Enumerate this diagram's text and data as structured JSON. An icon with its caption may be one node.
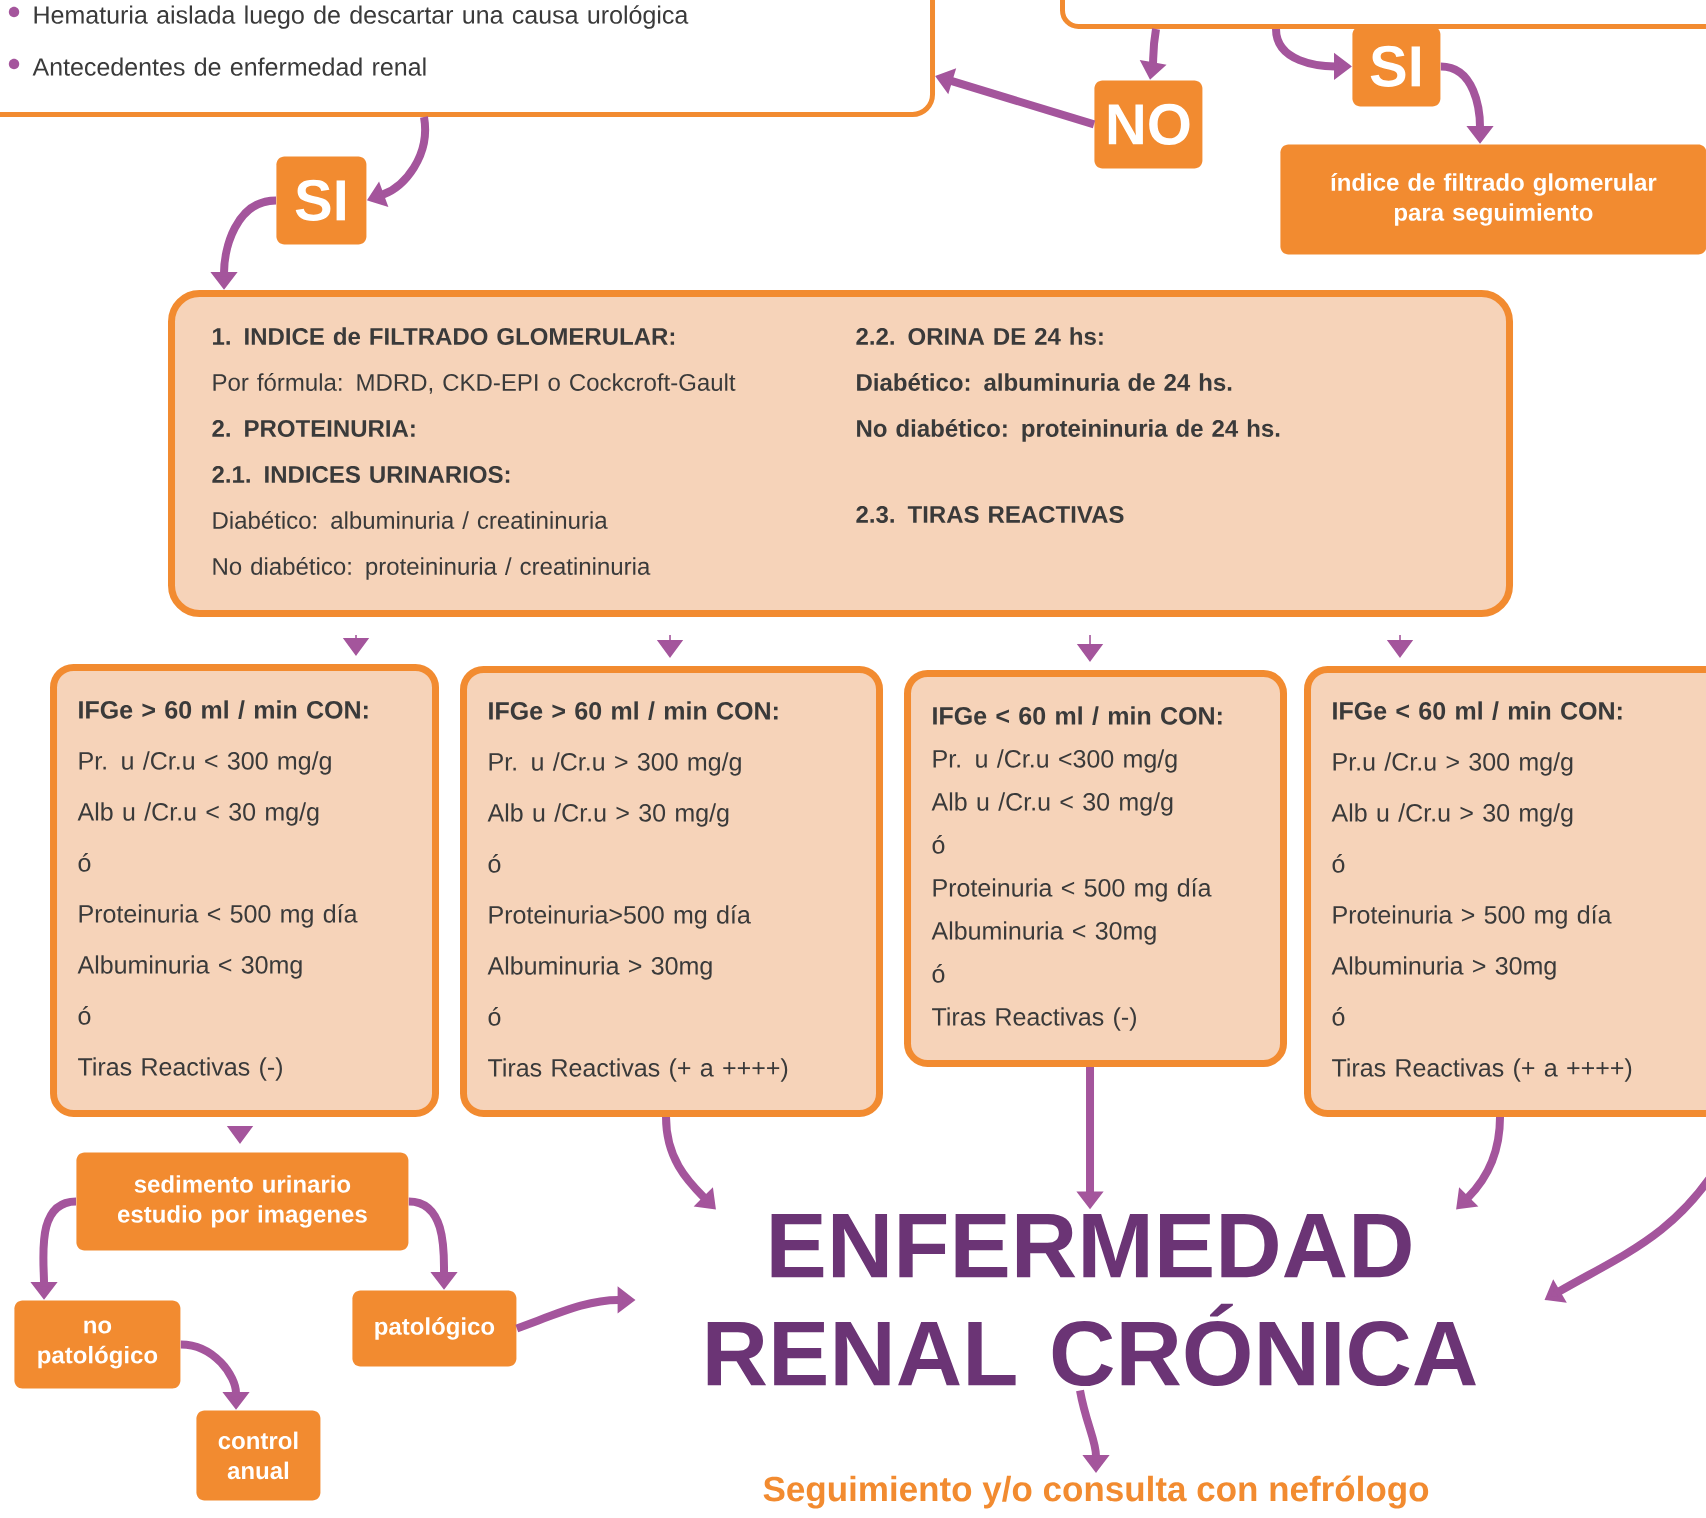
{
  "diagram": {
    "nodes": [
      {
        "text": [
          "Hematuria aislada luego de descartar una causa urológica",
          "Antecedentes de enfermedad renal"
        ]
      },
      {
        "text": [],
        "shape": "box"
      },
      {
        "text": [
          "NO"
        ]
      },
      {
        "text": [
          "SI"
        ]
      },
      {
        "text": [
          "índice de filtrado glomerular para seguimiento"
        ]
      },
      {
        "text": [
          "SI"
        ]
      },
      {
        "text": [
          "1. INDICE de FILTRADO GLOMERULAR:",
          "Por fórmula: MDRD, CKD-EPI o Cockcroft-Gault",
          "2. PROTEINURIA:",
          "2.1. INDICES URINARIOS:",
          "Diabético: albuminuria / creatininuria",
          "No diabético: proteininuria / creatininuria",
          "2.2. ORINA DE 24 hs:",
          "Diabético: albuminuria de 24 hs.",
          "No diabético: proteininuria de 24 hs.",
          "2.3. TIRAS REACTIVAS"
        ]
      },
      {
        "text": [
          "IFGe > 60 ml / min CON:",
          "Pr. u /Cr.u < 300 mg/g",
          "Alb u /Cr.u < 30 mg/g",
          "ó",
          "Proteinuria < 500 mg día",
          "Albuminuria < 30mg",
          "ó",
          "Tiras Reactivas (-)"
        ]
      },
      {
        "text": [
          "IFGe > 60 ml / min CON:",
          "Pr. u /Cr.u > 300 mg/g",
          "Alb u /Cr.u > 30 mg/g",
          "ó",
          "Proteinuria>500 mg día",
          "Albuminuria > 30mg",
          "ó",
          "Tiras Reactivas (+ a ++++)"
        ]
      },
      {
        "text": [
          "IFGe < 60 ml / min CON:",
          "Pr. u /Cr.u <300 mg/g",
          "Alb u /Cr.u < 30 mg/g",
          "ó",
          "Proteinuria < 500 mg día",
          "Albuminuria < 30mg",
          "ó",
          "Tiras Reactivas (-)"
        ]
      },
      {
        "text": [
          "IFGe < 60 ml / min CON:",
          "Pr.u /Cr.u > 300 mg/g",
          "Alb u /Cr.u > 30 mg/g",
          "ó",
          "Proteinuria > 500 mg día",
          "Albuminuria > 30mg",
          "ó",
          "Tiras Reactivas (+ a ++++)"
        ]
      },
      {
        "text": [
          "sedimento urinario estudio por imagenes"
        ]
      },
      {
        "text": [
          "no patológico"
        ]
      },
      {
        "text": [
          "patológico"
        ]
      },
      {
        "text": [
          "control anual"
        ]
      },
      {
        "text": [
          "ENFERMEDAD RENAL CRÓNICA"
        ]
      },
      {
        "text": [
          "Seguimiento y/o consulta con nefrólogo"
        ]
      }
    ],
    "edges": [
      {
        "from": 1,
        "to": 2,
        "arrow": "to"
      },
      {
        "from": 1,
        "to": 3,
        "arrow": "to"
      },
      {
        "from": 3,
        "to": 4,
        "arrow": "to"
      },
      {
        "from": 2,
        "to": 0,
        "arrow": "to"
      },
      {
        "from": 0,
        "to": 5,
        "arrow": "to"
      },
      {
        "from": 5,
        "to": 6,
        "arrow": "to"
      },
      {
        "from": 6,
        "to": 7,
        "arrow": "to"
      },
      {
        "from": 6,
        "to": 8,
        "arrow": "to"
      },
      {
        "from": 6,
        "to": 9,
        "arrow": "to"
      },
      {
        "from": 6,
        "to": 10,
        "arrow": "to"
      },
      {
        "from": 7,
        "to": 11,
        "arrow": "to"
      },
      {
        "from": 11,
        "to": 12,
        "arrow": "to"
      },
      {
        "from": 11,
        "to": 13,
        "arrow": "to"
      },
      {
        "from": 12,
        "to": 14,
        "arrow": "to"
      },
      {
        "from": 13,
        "to": 15,
        "arrow": "to"
      },
      {
        "from": 8,
        "to": 15,
        "arrow": "to"
      },
      {
        "from": 9,
        "to": 15,
        "arrow": "to"
      },
      {
        "from": 10,
        "to": 15,
        "arrow": "to"
      },
      {
        "from": null,
        "to": 15,
        "arrow": "to"
      },
      {
        "from": 15,
        "to": 16,
        "arrow": "to"
      }
    ]
  }
}
